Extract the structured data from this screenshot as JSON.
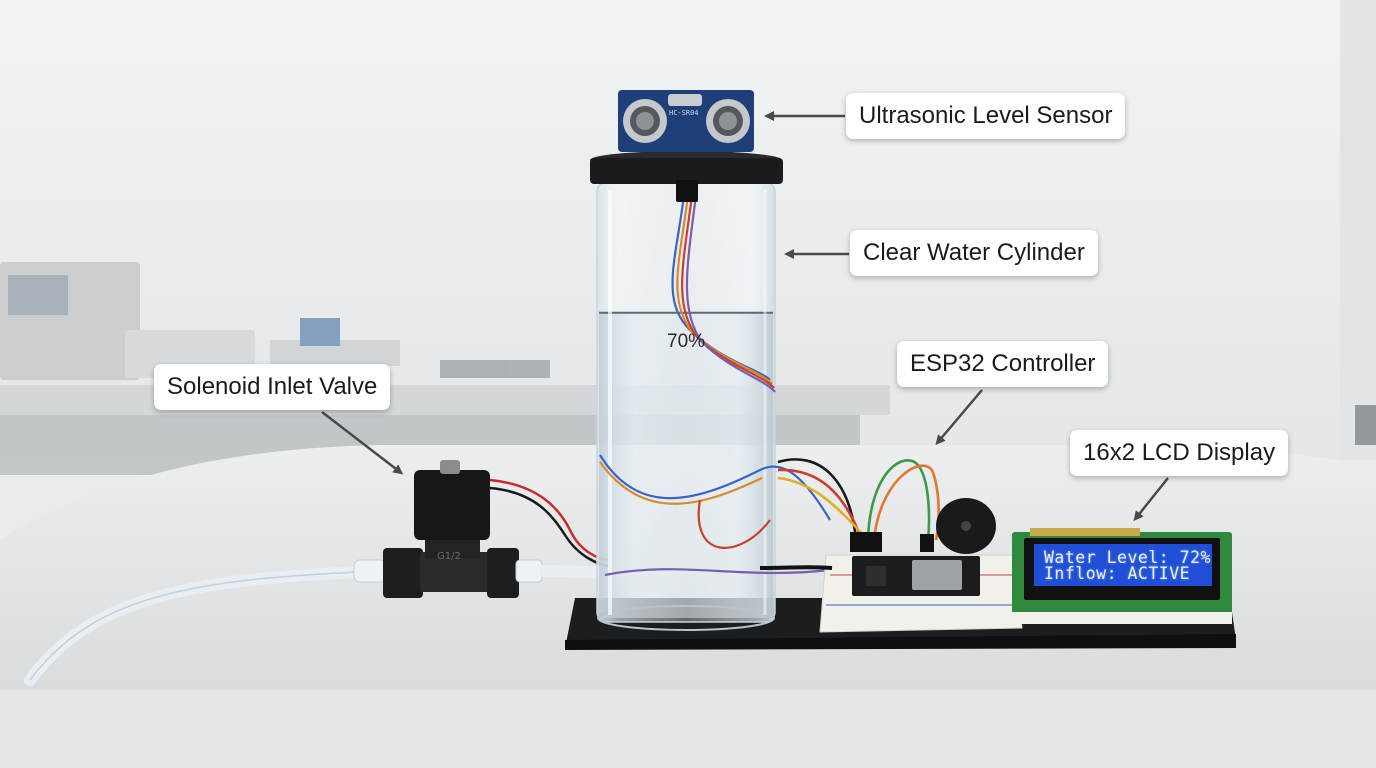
{
  "labels": {
    "ultrasonic": "Ultrasonic Level Sensor",
    "cylinder": "Clear Water Cylinder",
    "esp32": "ESP32 Controller",
    "lcd": "16x2 LCD Display",
    "solenoid": "Solenoid Inlet Valve"
  },
  "cylinder": {
    "level_text": "70%",
    "fill_level": 0.7
  },
  "lcd": {
    "line1": "Water Level: 72%",
    "line2": "Inflow: ACTIVE"
  },
  "sensor": {
    "board_print": "HC-SR04"
  },
  "valve": {
    "body_print": "G1/2"
  },
  "colors": {
    "lcd_screen": "#1f4fd6",
    "lcd_pcb": "#2f8a3d",
    "sensor_pcb": "#1f3f7a",
    "callout_bg": "#ffffff"
  }
}
